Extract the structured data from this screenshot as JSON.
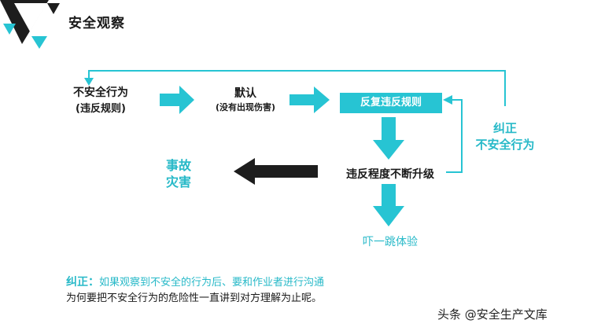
{
  "slide": {
    "title": "安全观察"
  },
  "nodes": {
    "unsafe_behavior": {
      "line1": "不安全行为",
      "line2": "(违反规则)"
    },
    "acquiesce": {
      "line1": "默认",
      "line2": "(没有出现伤害)"
    },
    "repeat_violation": "反复违反规则",
    "escalation": "违反程度不断升级",
    "accident": {
      "line1": "事故",
      "line2": "灾害"
    },
    "scare": "吓一跳体验",
    "correct": {
      "line1": "纠正",
      "line2": "不安全行为"
    }
  },
  "note": {
    "label": "纠正：",
    "line1": "如果观察到不安全的行为后、要和作业者进行沟通",
    "line2": "为何要把不安全行为的危险性一直讲到对方理解为止呢。"
  },
  "watermark": "头条 @安全生产文库",
  "colors": {
    "teal": "#27c4d3",
    "dark": "#1a1a1a",
    "teal_text": "#27b9c8"
  }
}
